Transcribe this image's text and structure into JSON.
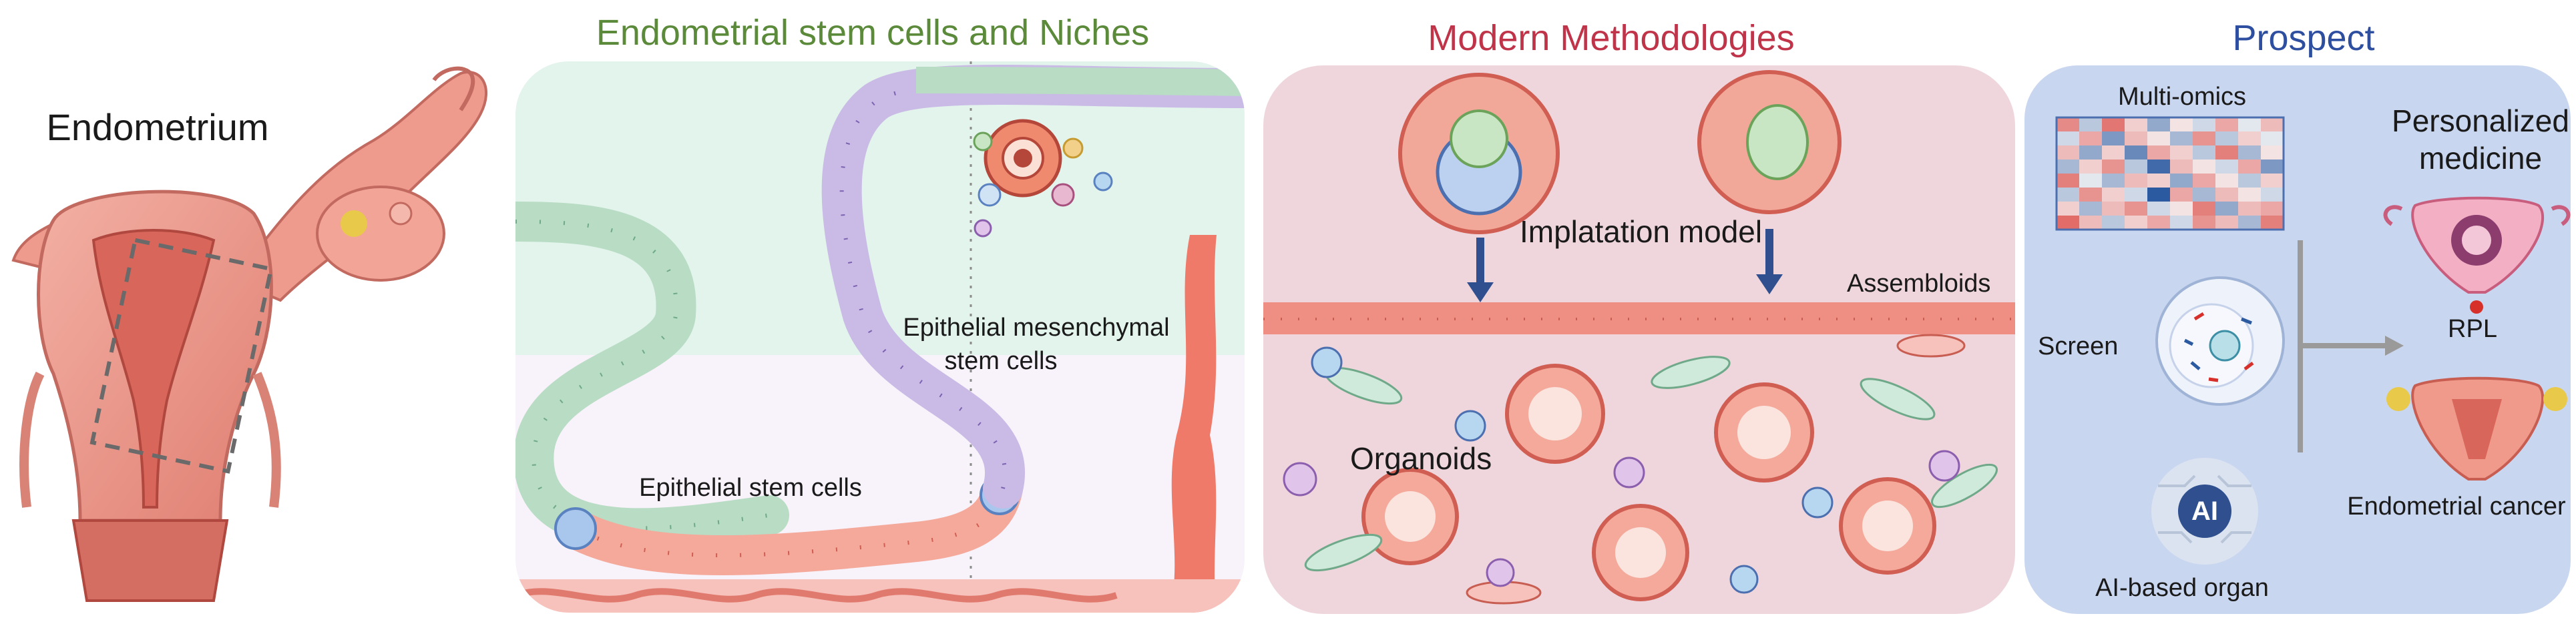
{
  "sections": {
    "endometrium": {
      "title": "Endometrium"
    },
    "niches": {
      "title": "Endometrial stem cells and Niches",
      "title_color": "#5b8a3a",
      "labels": {
        "epithelial_stem_cells": "Epithelial stem cells",
        "emsc_line1": "Epithelial mesenchymal",
        "emsc_line2": "stem cells"
      }
    },
    "methods": {
      "title": "Modern Methodologies",
      "title_color": "#c0344a",
      "labels": {
        "implantation_model": "Implatation model",
        "assembloids": "Assembloids",
        "organoids": "Organoids"
      }
    },
    "prospect": {
      "title": "Prospect",
      "title_color": "#2e4fa0",
      "labels": {
        "multi_omics": "Multi-omics",
        "screen": "Screen",
        "ai_organ": "AI-based organ",
        "ai_badge": "AI",
        "personalized_line1": "Personalized",
        "personalized_line2": "medicine",
        "rpl": "RPL",
        "endometrial_cancer": "Endometrial cancer"
      }
    }
  },
  "heatmap": {
    "rows": [
      [
        0.55,
        -0.3,
        0.65,
        0.2,
        -0.5,
        0.1,
        -0.2,
        0.4,
        -0.1,
        0.3
      ],
      [
        -0.2,
        0.4,
        -0.6,
        0.3,
        0.1,
        -0.4,
        0.5,
        -0.3,
        0.2,
        -0.1
      ],
      [
        0.3,
        -0.5,
        0.2,
        -0.7,
        0.4,
        0.2,
        -0.3,
        0.6,
        -0.4,
        0.1
      ],
      [
        -0.4,
        0.2,
        0.5,
        -0.3,
        -0.9,
        0.3,
        0.1,
        -0.2,
        0.4,
        -0.6
      ],
      [
        0.6,
        -0.1,
        -0.4,
        0.3,
        0.2,
        -0.5,
        0.4,
        0.1,
        -0.3,
        0.2
      ],
      [
        -0.3,
        0.5,
        0.2,
        -0.2,
        -1.0,
        0.4,
        -0.4,
        0.3,
        0.1,
        -0.2
      ],
      [
        0.2,
        -0.4,
        0.3,
        0.5,
        -0.2,
        0.1,
        0.6,
        -0.5,
        0.3,
        0.4
      ],
      [
        0.7,
        0.3,
        -0.3,
        0.2,
        0.4,
        -0.2,
        0.5,
        0.3,
        -0.4,
        0.6
      ]
    ],
    "colors": {
      "positive": "#d7302a",
      "negative": "#2c5aa0",
      "neutral": "#f7f7f7"
    }
  },
  "colors": {
    "flesh": "#e98a7c",
    "flesh_dark": "#c75b52",
    "epithelium_green": "#bfe0c9",
    "stem_lilac": "#c4b2e0",
    "organoid_red": "#e86a5a",
    "arrow_blue": "#2f4f8f"
  }
}
